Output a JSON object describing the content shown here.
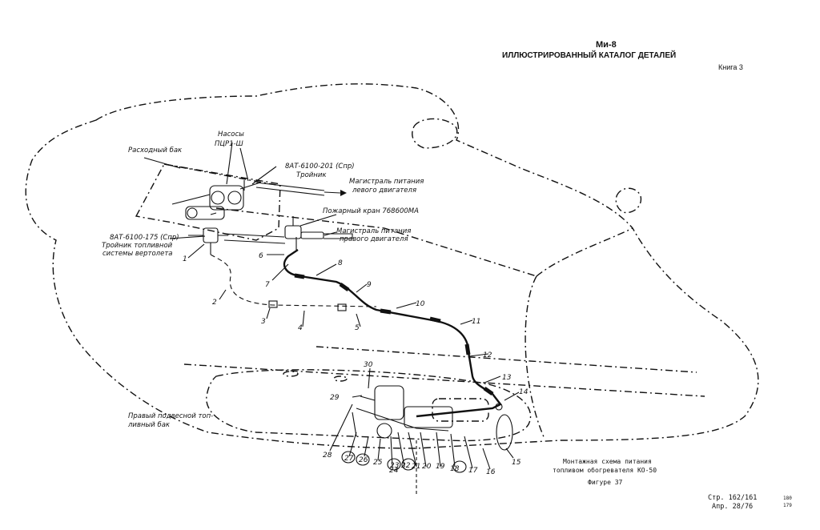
{
  "header": {
    "model": "Ми-8",
    "catalog_title": "ИЛЛЮСТРИРОВАННЫЙ КАТАЛОГ ДЕТАЛЕЙ",
    "book": "Книга 3"
  },
  "labels": {
    "supply_tank": "Расходный бак",
    "pumps_line1": "Насосы",
    "pumps_line2": "ПЦР1-Ш",
    "tee_201_line1": "8АТ-6100-201 (Спр)",
    "tee_201_line2": "Тройник",
    "left_engine_line1": "Магистраль питания",
    "left_engine_line2": "левого двигателя",
    "fire_valve": "Пожарный кран 768600МА",
    "right_engine_line1": "Магистраль питания",
    "right_engine_line2": "правого двигателя",
    "tee_175_line1": "8АТ-6100-175 (Спр)",
    "tee_175_line2": "Тройник топливной",
    "tee_175_line3": "системы вертолета",
    "right_tank_line1": "Правый подвесной топ-",
    "right_tank_line2": "ливный бак"
  },
  "part_numbers": [
    "1",
    "2",
    "3",
    "4",
    "5",
    "6",
    "7",
    "8",
    "9",
    "10",
    "11",
    "12",
    "13",
    "14",
    "15",
    "16",
    "17",
    "18",
    "19",
    "20",
    "21",
    "22",
    "23",
    "24",
    "25",
    "26",
    "27",
    "28",
    "29",
    "30"
  ],
  "caption": {
    "line1": "Монтажная схема питания",
    "line2": "топливом обогревателя КО-50",
    "figure": "Фигуре 37"
  },
  "footer": {
    "page": "Стр. 162/161",
    "date": "Апр. 28/76",
    "side_top": "180",
    "side_bottom": "179"
  }
}
